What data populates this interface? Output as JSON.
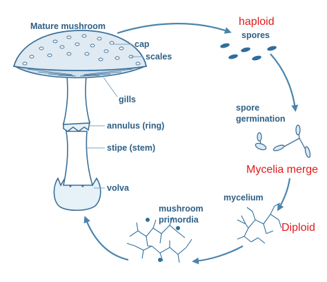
{
  "diagram": {
    "labels": {
      "mature_mushroom": "Mature mushroom",
      "cap": "cap",
      "scales": "scales",
      "gills": "gills",
      "annulus": "annulus (ring)",
      "stipe": "stipe (stem)",
      "volva": "volva",
      "spores": "spores",
      "spore_germination_line1": "spore",
      "spore_germination_line2": "germination",
      "mycelium": "mycelium",
      "primordia_line1": "mushroom",
      "primordia_line2": "primordia"
    },
    "annotations": {
      "haploid": "haploid",
      "mycelia_merge": "Mycelia merge",
      "diploid": "Diploid"
    }
  }
}
